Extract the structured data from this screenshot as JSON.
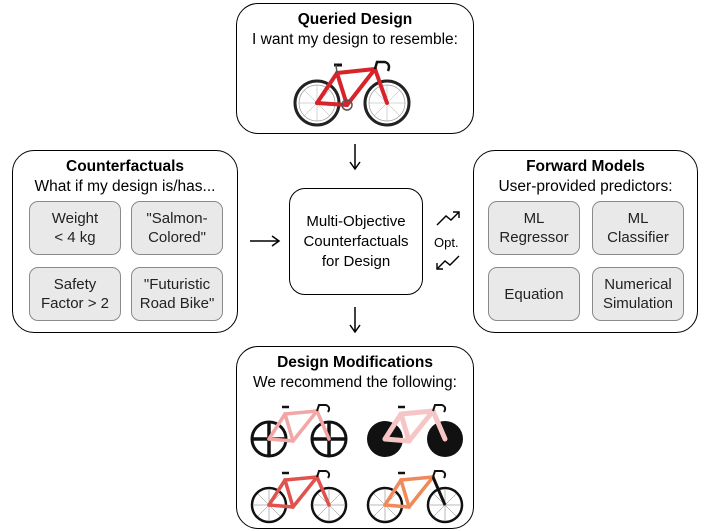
{
  "queried": {
    "title": "Queried Design",
    "subtitle": "I want my design to resemble:"
  },
  "counterfactuals": {
    "title": "Counterfactuals",
    "subtitle": "What if my design is/has...",
    "chips": [
      "Weight\n< 4 kg",
      "\"Salmon-\nColored\"",
      "Safety\nFactor > 2",
      "\"Futuristic\nRoad Bike\""
    ]
  },
  "forward_models": {
    "title": "Forward Models",
    "subtitle": "User-provided predictors:",
    "chips": [
      "ML\nRegressor",
      "ML\nClassifier",
      "Equation",
      "Numerical\nSimulation"
    ]
  },
  "center": {
    "label": "Multi-Objective\nCounterfactuals\nfor Design",
    "opt_label": "Opt."
  },
  "modifications": {
    "title": "Design Modifications",
    "subtitle": "We recommend the following:"
  },
  "colors": {
    "frame_red": "#d8232a",
    "frame_pink": "#f2a6a6",
    "frame_light_pink": "#f6c6c6",
    "frame_salmon_red": "#e0524e",
    "frame_orange": "#f08a5a",
    "chip_fill": "#e9e9e9"
  }
}
